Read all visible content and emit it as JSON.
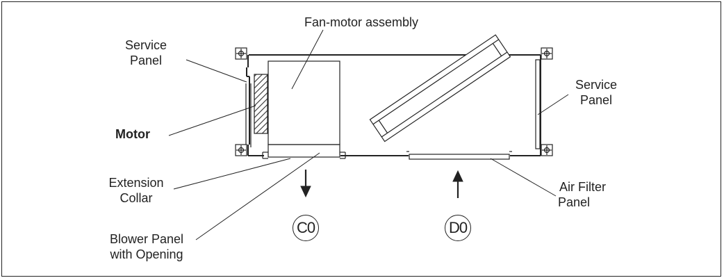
{
  "labels": {
    "fan_motor_assembly": "Fan-motor assembly",
    "service_panel_left": [
      "Service",
      "Panel"
    ],
    "service_panel_right": [
      "Service",
      "Panel"
    ],
    "motor": "Motor",
    "extension_collar": [
      "Extension",
      "Collar"
    ],
    "blower_panel": [
      "Blower Panel",
      "with Opening"
    ],
    "air_filter_panel": [
      "Air Filter",
      "Panel"
    ]
  },
  "markers": {
    "outlet": "C0",
    "inlet": "D0"
  },
  "colors": {
    "line": "#222222",
    "hatch": "#333333",
    "background": "#ffffff"
  }
}
